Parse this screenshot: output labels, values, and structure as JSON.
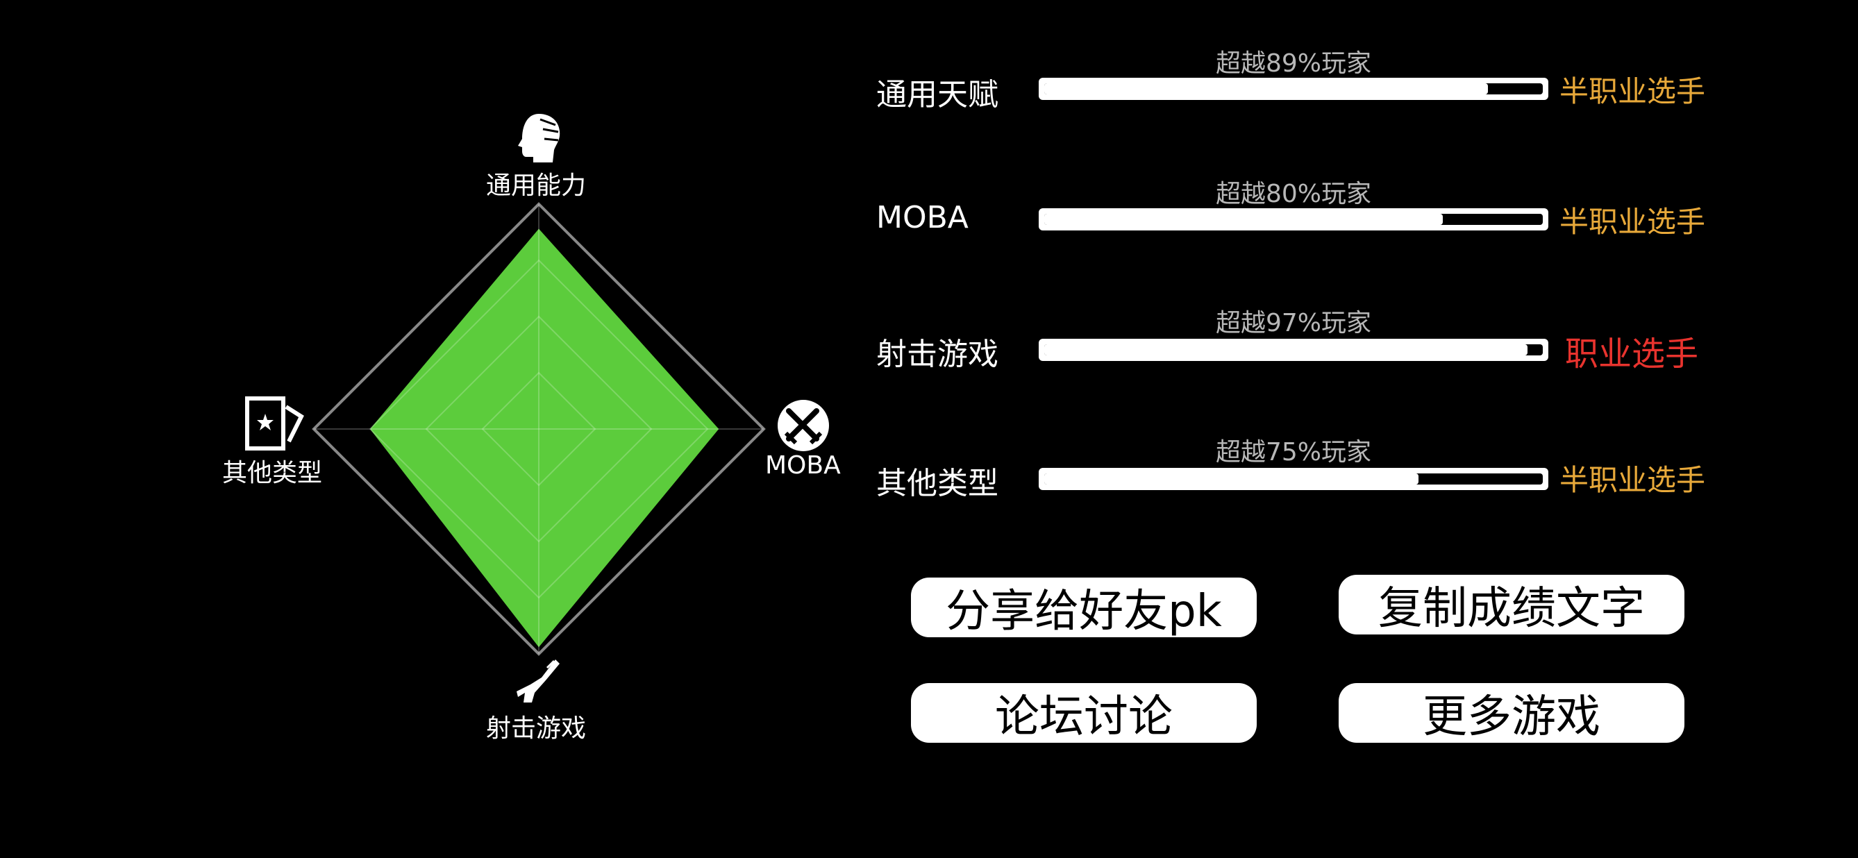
{
  "colors": {
    "background": "#000000",
    "radar_fill": "#5ccc3c",
    "radar_frame": "#888888",
    "rank_semi": "#e8a93a",
    "rank_pro": "#e8332e"
  },
  "radar": {
    "axes": [
      {
        "key": "top",
        "label": "通用能力",
        "icon": "head-icon"
      },
      {
        "key": "right",
        "label": "MOBA",
        "icon": "crossed-swords-icon"
      },
      {
        "key": "bottom",
        "label": "射击游戏",
        "icon": "rifle-icon"
      },
      {
        "key": "left",
        "label": "其他类型",
        "icon": "card-star-icon"
      }
    ]
  },
  "chart_data": {
    "type": "radar",
    "axes": [
      "通用能力",
      "MOBA",
      "射击游戏",
      "其他类型"
    ],
    "values": [
      0.89,
      0.8,
      0.97,
      0.75
    ],
    "range": [
      0,
      1
    ]
  },
  "stats": [
    {
      "label": "通用天赋",
      "percentile_text": "超越89%玩家",
      "fraction": 0.89,
      "rank": "半职业选手",
      "rank_color": "#e8a93a"
    },
    {
      "label": "MOBA",
      "percentile_text": "超越80%玩家",
      "fraction": 0.8,
      "rank": "半职业选手",
      "rank_color": "#e8a93a"
    },
    {
      "label": "射击游戏",
      "percentile_text": "超越97%玩家",
      "fraction": 0.97,
      "rank": "职业选手",
      "rank_color": "#e8332e"
    },
    {
      "label": "其他类型",
      "percentile_text": "超越75%玩家",
      "fraction": 0.75,
      "rank": "半职业选手",
      "rank_color": "#e8a93a"
    }
  ],
  "buttons": {
    "share": "分享给好友pk",
    "copy": "复制成绩文字",
    "forum": "论坛讨论",
    "more": "更多游戏"
  }
}
